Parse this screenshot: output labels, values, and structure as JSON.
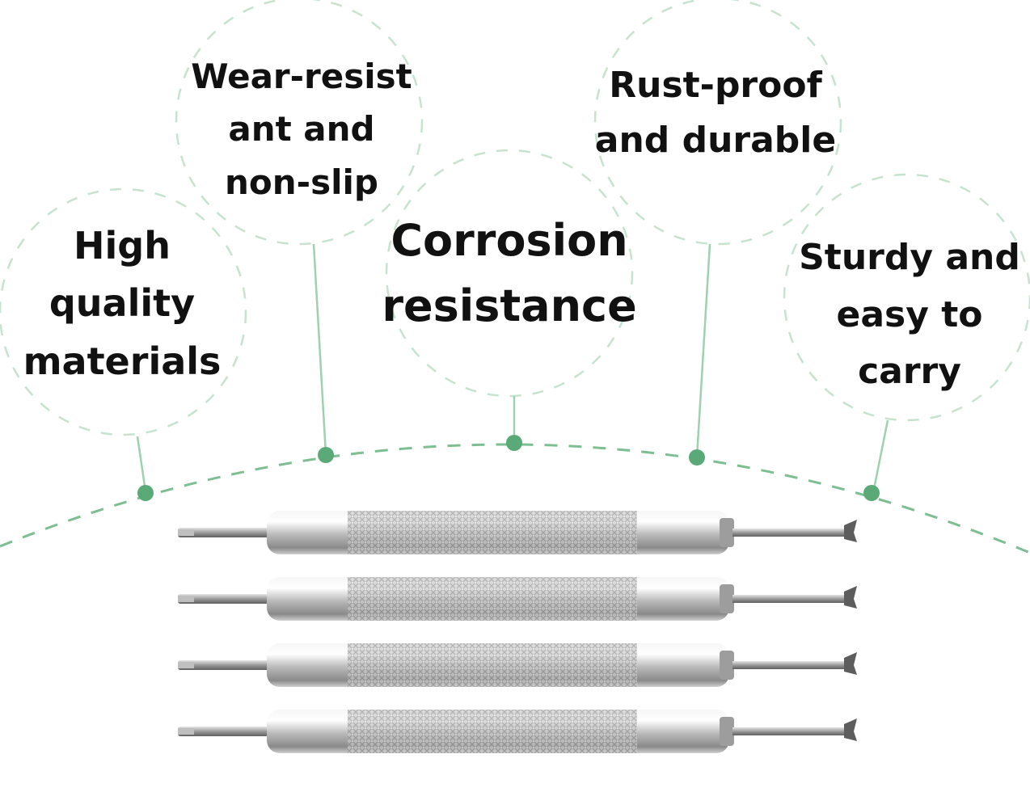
{
  "features": [
    {
      "id": "high-quality-materials",
      "label": "High\nquality\nmaterials"
    },
    {
      "id": "wear-resistant-non-slip",
      "label": "Wear-resist\nant and\nnon-slip"
    },
    {
      "id": "corrosion-resistance",
      "label": "Corrosion\nresistance"
    },
    {
      "id": "rust-proof-durable",
      "label": "Rust-proof\nand durable"
    },
    {
      "id": "sturdy-easy-carry",
      "label": "Sturdy and\neasy to\ncarry"
    }
  ],
  "product": {
    "tool_count": 4
  },
  "colors": {
    "accent_green": "#5aaa78",
    "circle_dash": "#c7e3d0",
    "text": "#111111",
    "background": "#ffffff"
  }
}
